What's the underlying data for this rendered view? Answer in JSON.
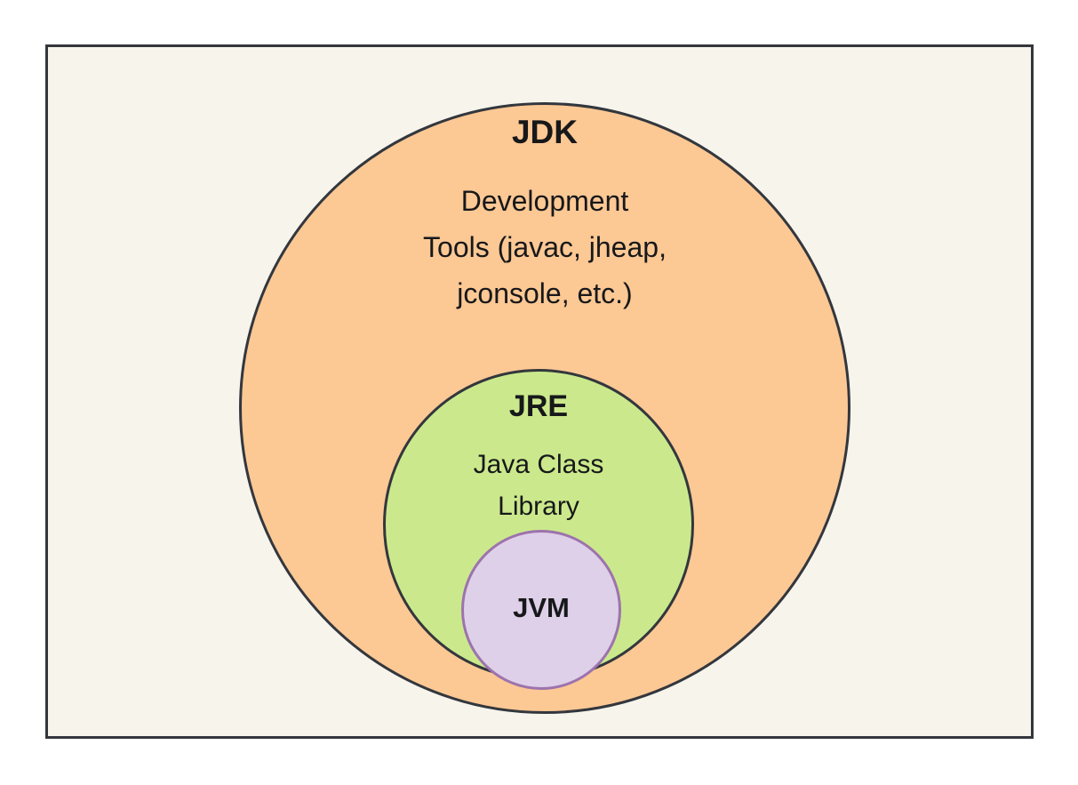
{
  "diagram": {
    "title": "JDK JRE JVM containment diagram",
    "frame": {
      "background_color": "#f7f4ec",
      "border_color": "#33373d"
    },
    "layers": [
      {
        "id": "jdk",
        "title": "JDK",
        "body": "Development\nTools (javac, jheap,\njconsole, etc.)",
        "fill_color": "#fcc894",
        "border_color": "#33373d"
      },
      {
        "id": "jre",
        "title": "JRE",
        "body": "Java Class\nLibrary",
        "fill_color": "#cbe98c",
        "border_color": "#33373d"
      },
      {
        "id": "jvm",
        "title": "JVM",
        "body": "",
        "fill_color": "#ded0e8",
        "border_color": "#9d73ad"
      }
    ]
  }
}
